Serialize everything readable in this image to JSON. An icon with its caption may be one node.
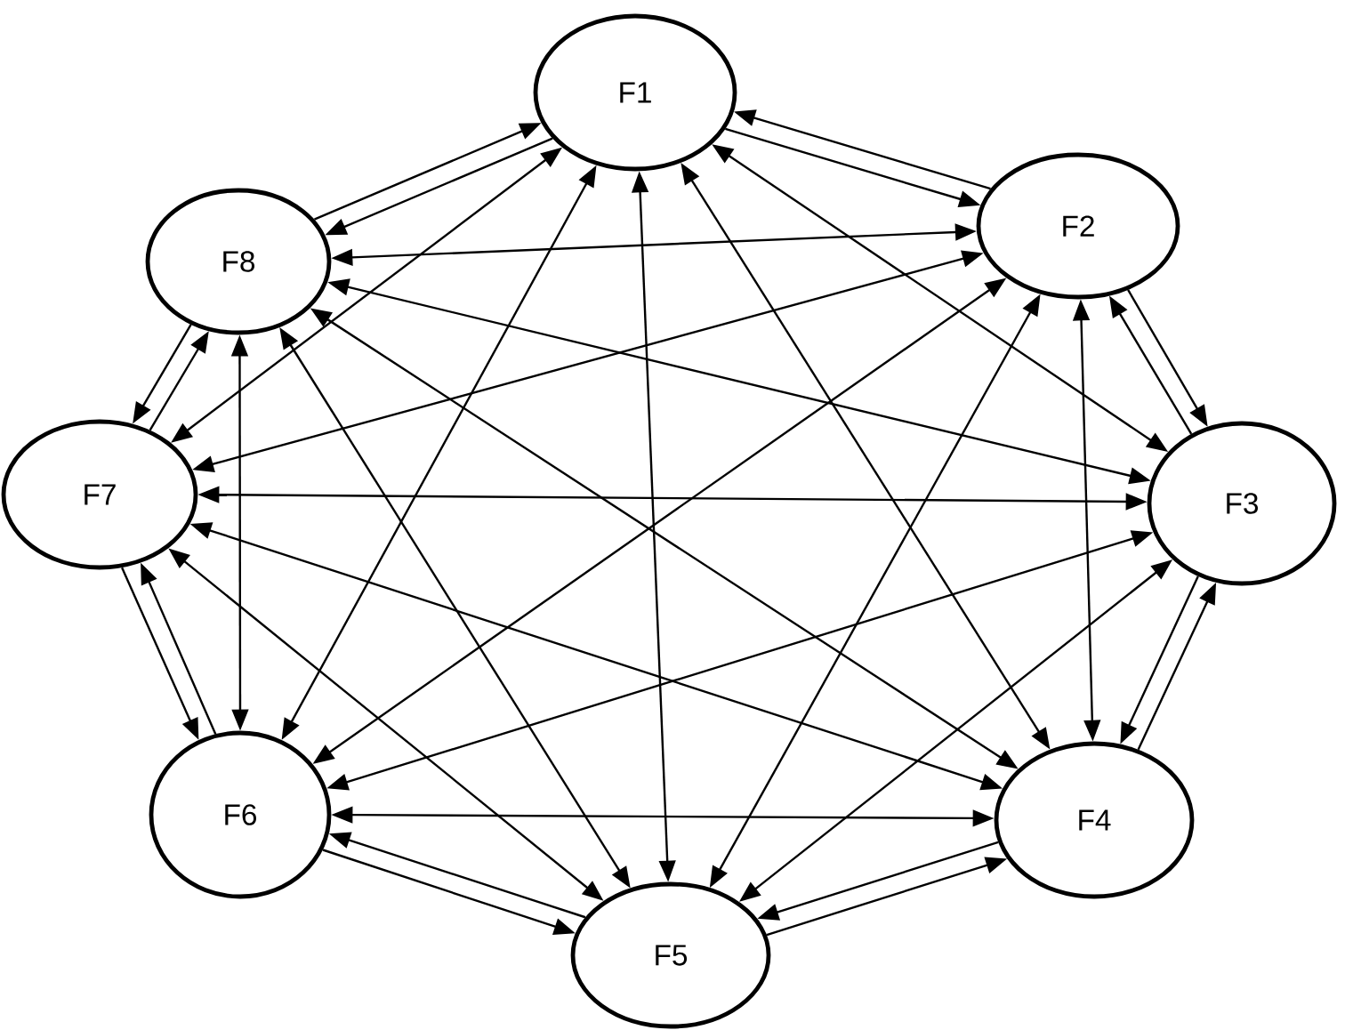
{
  "diagram": {
    "nodes": [
      {
        "text": [
          "F1"
        ]
      },
      {
        "text": [
          "F2"
        ]
      },
      {
        "text": [
          "F3"
        ]
      },
      {
        "text": [
          "F4"
        ]
      },
      {
        "text": [
          "F5"
        ]
      },
      {
        "text": [
          "F6"
        ]
      },
      {
        "text": [
          "F7"
        ]
      },
      {
        "text": [
          "F8"
        ]
      }
    ],
    "edges": [
      {
        "from": 0,
        "to": 1,
        "arrow": "to"
      },
      {
        "from": 1,
        "to": 0,
        "arrow": "to"
      },
      {
        "from": 1,
        "to": 2,
        "arrow": "to"
      },
      {
        "from": 2,
        "to": 1,
        "arrow": "to"
      },
      {
        "from": 2,
        "to": 3,
        "arrow": "to"
      },
      {
        "from": 3,
        "to": 2,
        "arrow": "to"
      },
      {
        "from": 3,
        "to": 4,
        "arrow": "to"
      },
      {
        "from": 4,
        "to": 3,
        "arrow": "to"
      },
      {
        "from": 4,
        "to": 5,
        "arrow": "to"
      },
      {
        "from": 5,
        "to": 4,
        "arrow": "to"
      },
      {
        "from": 5,
        "to": 6,
        "arrow": "to"
      },
      {
        "from": 6,
        "to": 5,
        "arrow": "to"
      },
      {
        "from": 6,
        "to": 7,
        "arrow": "to"
      },
      {
        "from": 7,
        "to": 6,
        "arrow": "to"
      },
      {
        "from": 7,
        "to": 0,
        "arrow": "to"
      },
      {
        "from": 0,
        "to": 7,
        "arrow": "to"
      },
      {
        "from": 0,
        "to": 2,
        "arrow": "both"
      },
      {
        "from": 0,
        "to": 3,
        "arrow": "both"
      },
      {
        "from": 0,
        "to": 4,
        "arrow": "both"
      },
      {
        "from": 0,
        "to": 5,
        "arrow": "both"
      },
      {
        "from": 0,
        "to": 6,
        "arrow": "both"
      },
      {
        "from": 1,
        "to": 3,
        "arrow": "both"
      },
      {
        "from": 1,
        "to": 4,
        "arrow": "both"
      },
      {
        "from": 1,
        "to": 5,
        "arrow": "both"
      },
      {
        "from": 1,
        "to": 6,
        "arrow": "both"
      },
      {
        "from": 1,
        "to": 7,
        "arrow": "both"
      },
      {
        "from": 2,
        "to": 4,
        "arrow": "both"
      },
      {
        "from": 2,
        "to": 5,
        "arrow": "both"
      },
      {
        "from": 2,
        "to": 6,
        "arrow": "both"
      },
      {
        "from": 2,
        "to": 7,
        "arrow": "both"
      },
      {
        "from": 3,
        "to": 5,
        "arrow": "both"
      },
      {
        "from": 3,
        "to": 6,
        "arrow": "both"
      },
      {
        "from": 3,
        "to": 7,
        "arrow": "both"
      },
      {
        "from": 4,
        "to": 6,
        "arrow": "both"
      },
      {
        "from": 4,
        "to": 7,
        "arrow": "both"
      },
      {
        "from": 5,
        "to": 7,
        "arrow": "both"
      }
    ]
  }
}
